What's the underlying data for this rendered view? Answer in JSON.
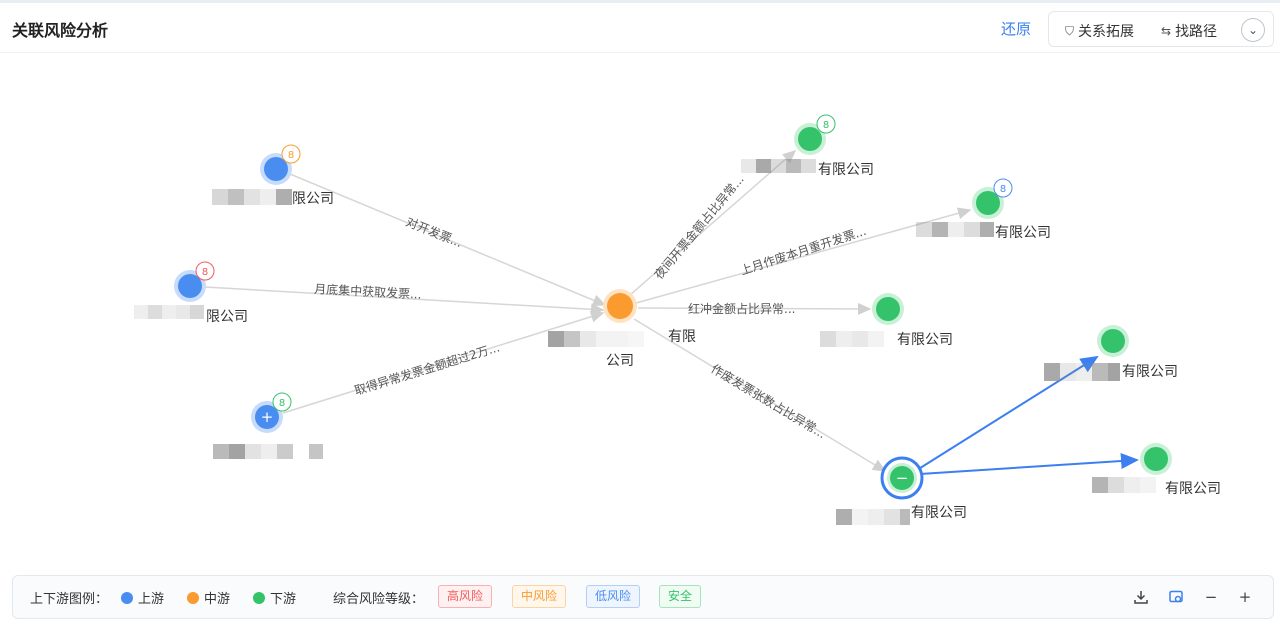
{
  "header": {
    "title": "关联风险分析",
    "restore_label": "还原",
    "tools": {
      "expand_label": "关系拓展",
      "path_label": "找路径"
    }
  },
  "colors": {
    "upstream": "#4a8df0",
    "midstream": "#fa9a2f",
    "downstream": "#34c36a",
    "edge_highlight": "#3b7ff0",
    "edge_default": "#cccccc"
  },
  "graph": {
    "center": {
      "label_line1": "有限",
      "label_line2": "公司"
    },
    "upstream_nodes": [
      {
        "label": "限公司",
        "badge": "8",
        "edge_label": "对开发票..."
      },
      {
        "label": "限公司",
        "badge": "8",
        "edge_label": "月底集中获取发票..."
      },
      {
        "label": "",
        "badge": "8",
        "edge_label": "取得异常发票金额超过2万..."
      }
    ],
    "downstream_nodes": [
      {
        "label": "有限公司",
        "badge": "8",
        "edge_label": "夜间开票金额占比异常..."
      },
      {
        "label": "有限公司",
        "badge": "8",
        "edge_label": "上月作废本月重开发票..."
      },
      {
        "label": "有限公司",
        "badge": "",
        "edge_label": "红冲金额占比异常..."
      },
      {
        "label": "有限公司",
        "badge": "",
        "edge_label": "作废发票张数占比异常..."
      }
    ],
    "sub_nodes": [
      {
        "label": "有限公司"
      },
      {
        "label": "有限公司"
      }
    ]
  },
  "footer": {
    "legend_title": "上下游图例：",
    "legend": [
      {
        "label": "上游",
        "color": "#4a8df0"
      },
      {
        "label": "中游",
        "color": "#fa9a2f"
      },
      {
        "label": "下游",
        "color": "#34c36a"
      }
    ],
    "risk_title": "综合风险等级：",
    "risk_levels": [
      {
        "label": "高风险",
        "color": "#f05a5a"
      },
      {
        "label": "中风险",
        "color": "#fa9a2f"
      },
      {
        "label": "低风险",
        "color": "#4a8df0"
      },
      {
        "label": "安全",
        "color": "#34c36a"
      }
    ]
  }
}
